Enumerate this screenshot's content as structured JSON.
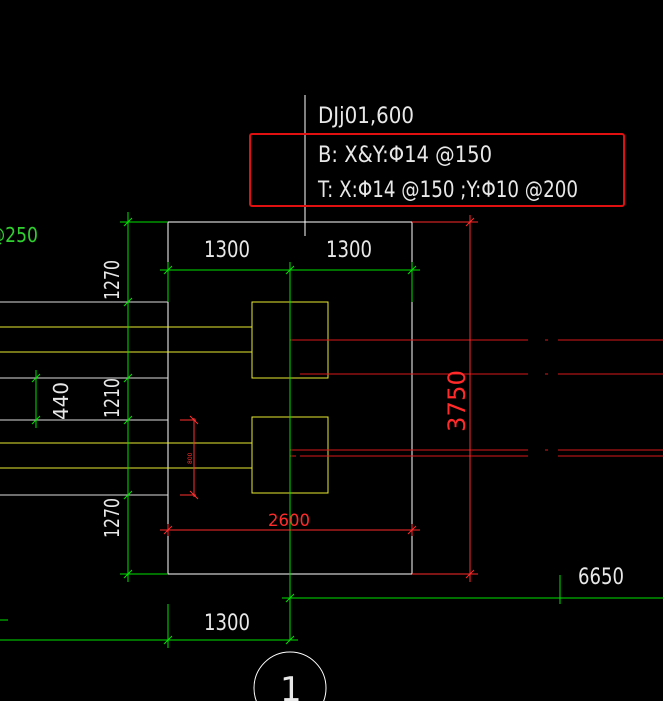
{
  "drawing": {
    "colors": {
      "background": "#000000",
      "text_white": "#e8e8e8",
      "dim_green": "#00e000",
      "outline_white": "#ffffff",
      "column_yellow": "#e8e830",
      "axis_red": "#e02020",
      "dim_red": "#ff2a2a",
      "highlight_box": "#e01010"
    },
    "annotation": {
      "name": "DJj01,600",
      "bottom": "B:  X&Y:Φ14 @150",
      "top": "T:  X:Φ14 @150 ;Y:Φ10 @200"
    },
    "dimensions": {
      "top_left": "1300",
      "top_right": "1300",
      "left_upper": "1270",
      "left_middle": "1210",
      "left_lower": "1270",
      "far_left": "440",
      "bottom_width": "2600",
      "right_height": "3750",
      "lower_left": "1300",
      "lower_right": "6650",
      "partial_left": "@250",
      "small_tag": "800"
    },
    "axis_label": "1"
  }
}
